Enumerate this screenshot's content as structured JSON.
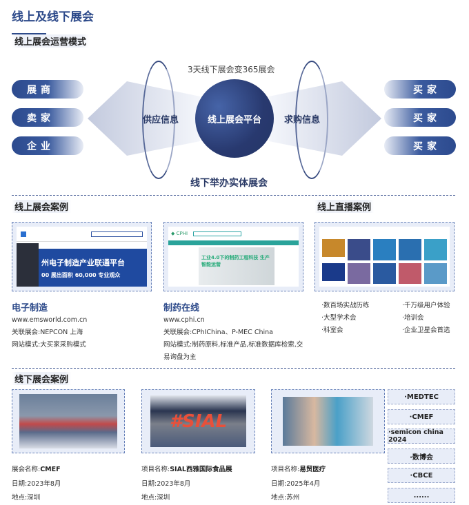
{
  "header": {
    "title": "线上及线下展会",
    "subtitle": "线上展会运营模式"
  },
  "diagram": {
    "left_pills": [
      "展商",
      "卖家",
      "企业"
    ],
    "right_pills": [
      "买家",
      "买家",
      "买家"
    ],
    "top_caption": "3天线下展会变365展会",
    "left_label": "供应信息",
    "center_label": "线上展会平台",
    "right_label": "求购信息",
    "bottom_caption": "线下举办实体展会"
  },
  "online_cases": {
    "title": "线上展会案例",
    "items": [
      {
        "name": "电子制造",
        "url": "www.emsworld.com.cn",
        "related": "关联展会:NEPCON 上海",
        "mode": "网站模式:大买家采购模式",
        "screenshot_banner": "州电子制造产业联通平台",
        "screenshot_stats": "00 展出面积   60,000 专业观众"
      },
      {
        "name": "制药在线",
        "url": "www.cphi.cn",
        "related": "关联展会:CPhIChina、P-MEC China",
        "mode": "网站模式:制药原料,标准产品,标准数据库检索,交易询盘为主",
        "screenshot_banner": "工业4.0下的制药工程科技 生产智能运营"
      }
    ]
  },
  "live_cases": {
    "title": "线上直播案例",
    "bullets": [
      "·数百场实战历练",
      "·千万级用户体验",
      "·大型学术会",
      "·培训会",
      "·科室会",
      "·企业卫星会首选"
    ]
  },
  "offline_cases": {
    "title": "线下展会案例",
    "items": [
      {
        "name_label": "展会名称:",
        "name": "CMEF",
        "date": "日期:2023年8月",
        "place": "地点:深圳"
      },
      {
        "name_label": "项目名称:",
        "name": "SIAL西雅国际食品展",
        "date": "日期:2023年8月",
        "place": "地点:深圳",
        "image_text": "#SIAL"
      },
      {
        "name_label": "项目名称:",
        "name": "易贸医疗",
        "date": "日期:2025年4月",
        "place": "地点:苏州"
      }
    ],
    "tags": [
      "·MEDTEC",
      "·CMEF",
      "·semicon china 2024",
      "·数博会",
      "·CBCE",
      "......"
    ]
  }
}
